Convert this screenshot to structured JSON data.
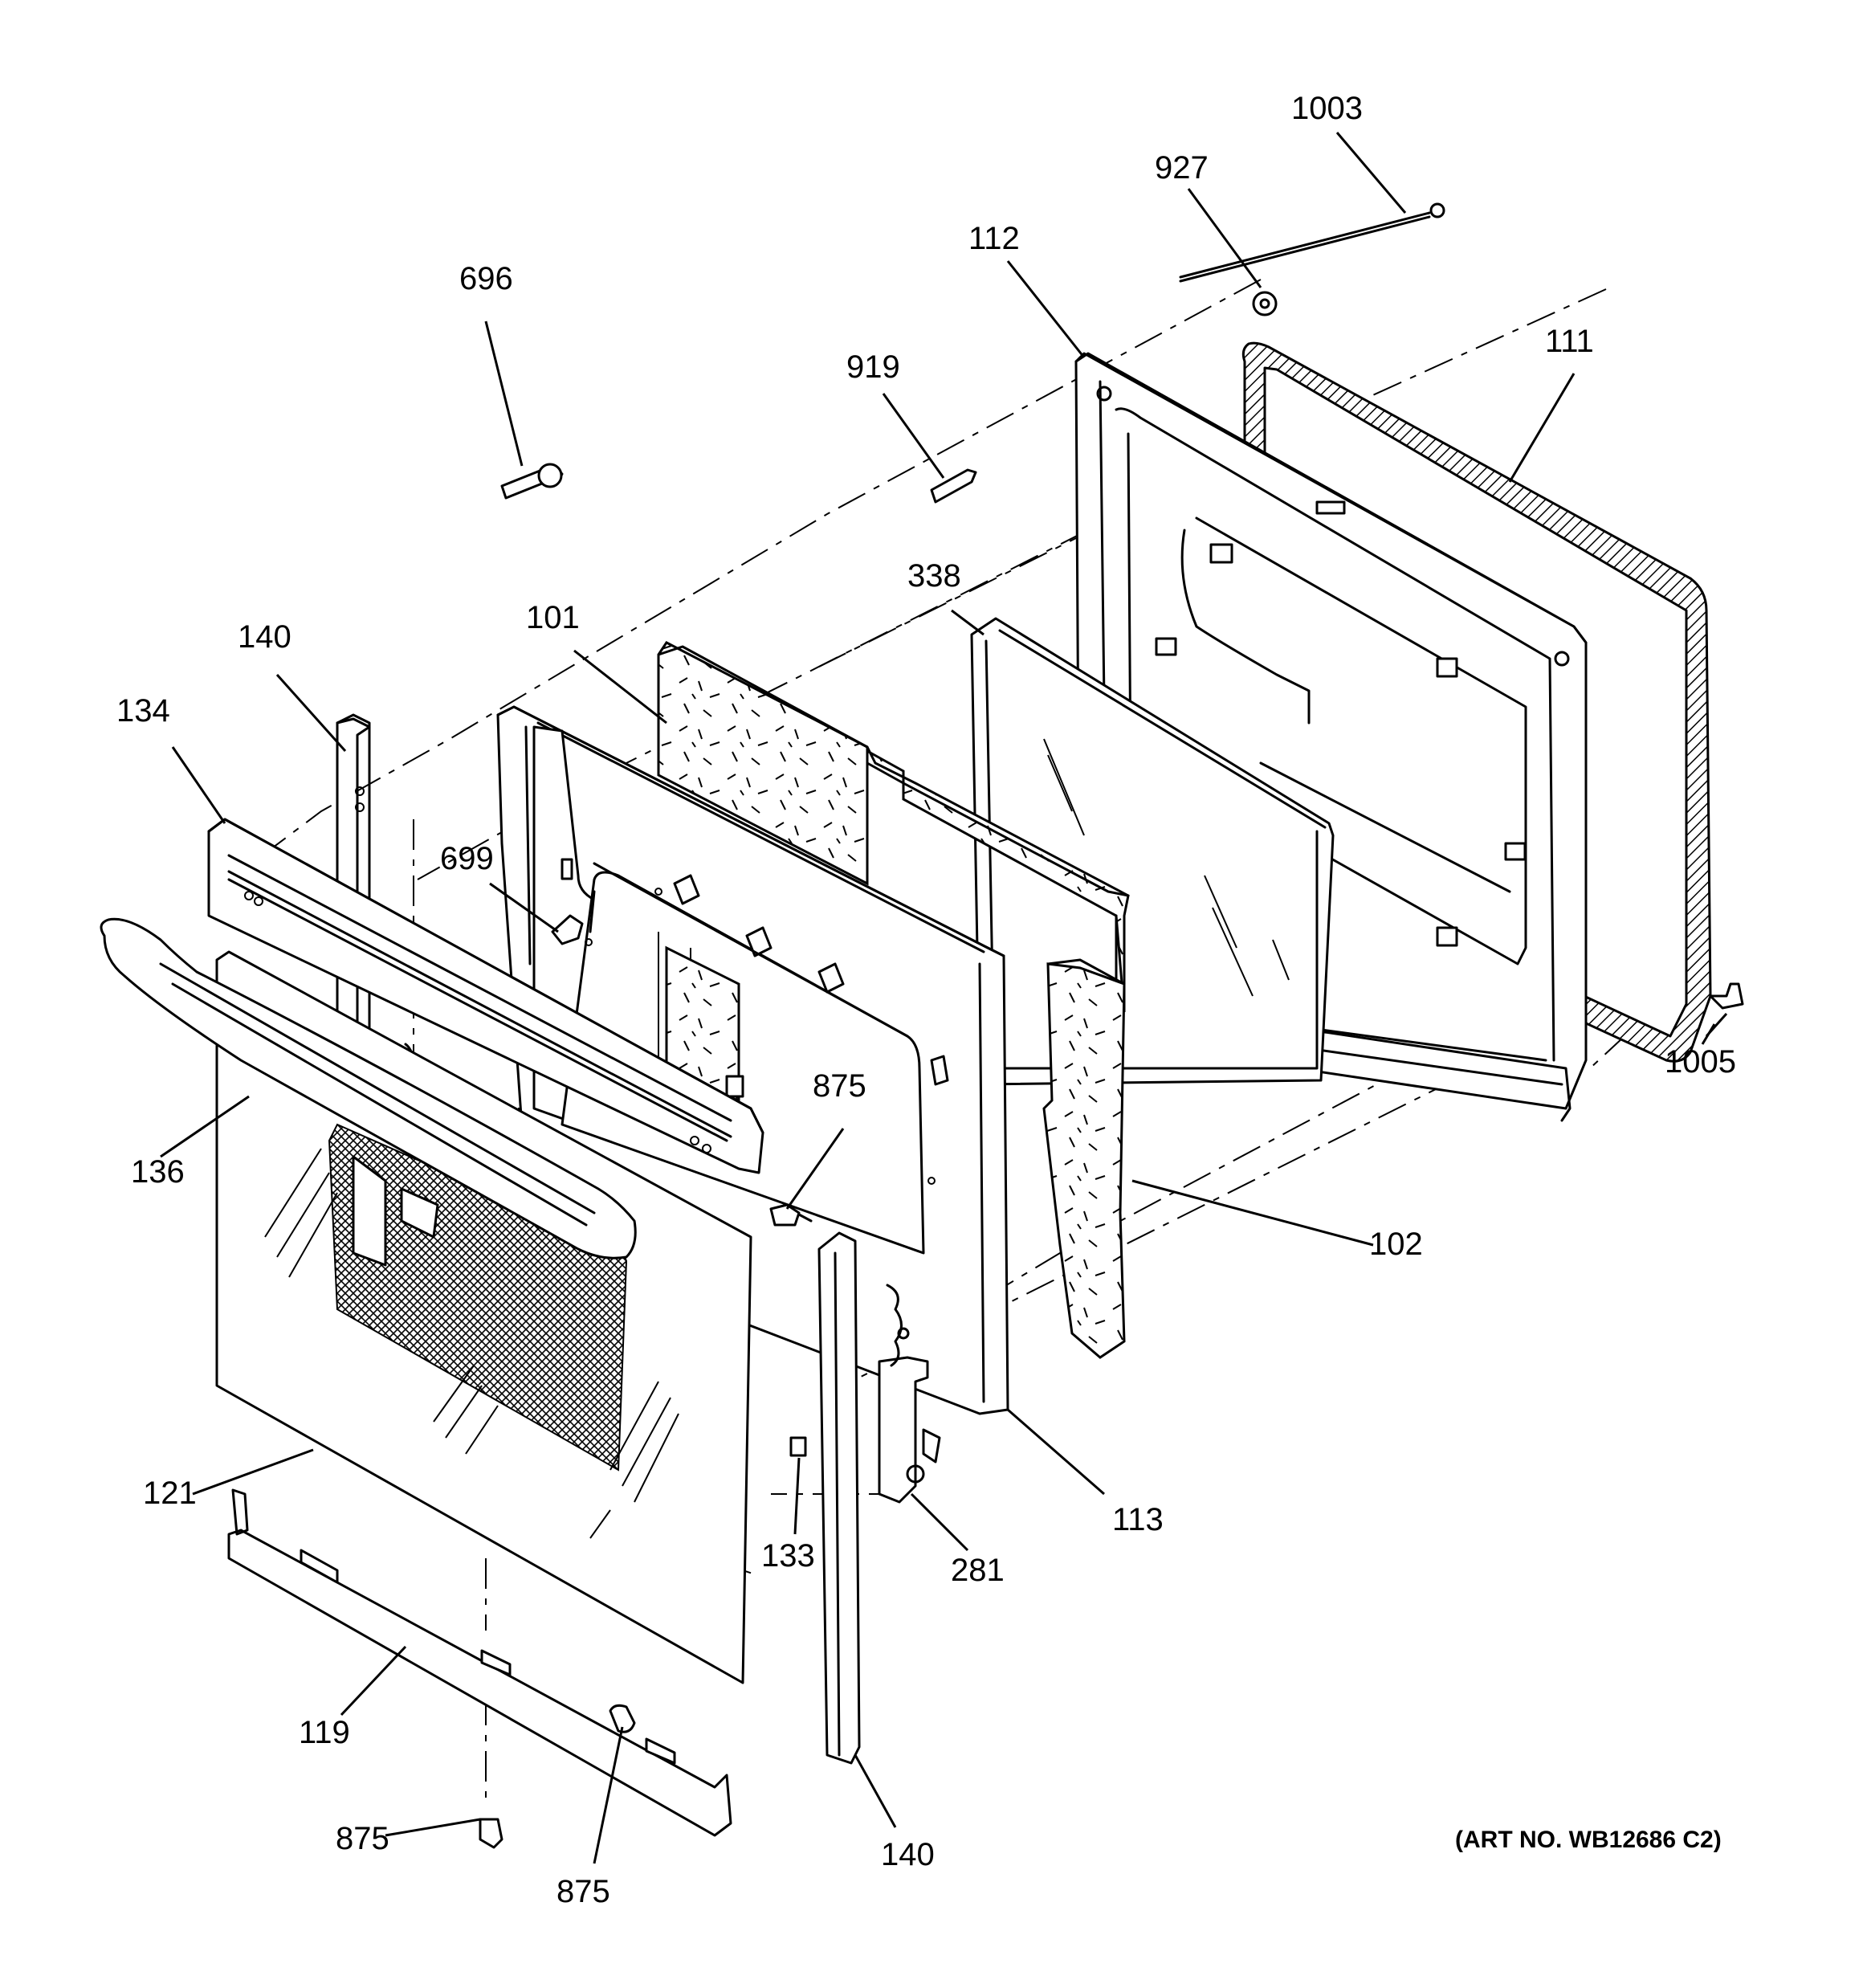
{
  "diagram": {
    "art_number": "(ART NO. WB12686 C2)",
    "callouts": [
      {
        "id": "c1003",
        "label": "1003"
      },
      {
        "id": "c927",
        "label": "927"
      },
      {
        "id": "c112",
        "label": "112"
      },
      {
        "id": "c111",
        "label": "111"
      },
      {
        "id": "c696",
        "label": "696"
      },
      {
        "id": "c919",
        "label": "919"
      },
      {
        "id": "c338",
        "label": "338"
      },
      {
        "id": "c101",
        "label": "101"
      },
      {
        "id": "c140a",
        "label": "140"
      },
      {
        "id": "c134",
        "label": "134"
      },
      {
        "id": "c699",
        "label": "699"
      },
      {
        "id": "c1005",
        "label": "1005"
      },
      {
        "id": "c136",
        "label": "136"
      },
      {
        "id": "c875a",
        "label": "875"
      },
      {
        "id": "c102",
        "label": "102"
      },
      {
        "id": "c121",
        "label": "121"
      },
      {
        "id": "c133",
        "label": "133"
      },
      {
        "id": "c281",
        "label": "281"
      },
      {
        "id": "c113",
        "label": "113"
      },
      {
        "id": "c119",
        "label": "119"
      },
      {
        "id": "c875b",
        "label": "875"
      },
      {
        "id": "c875c",
        "label": "875"
      },
      {
        "id": "c140b",
        "label": "140"
      }
    ]
  }
}
